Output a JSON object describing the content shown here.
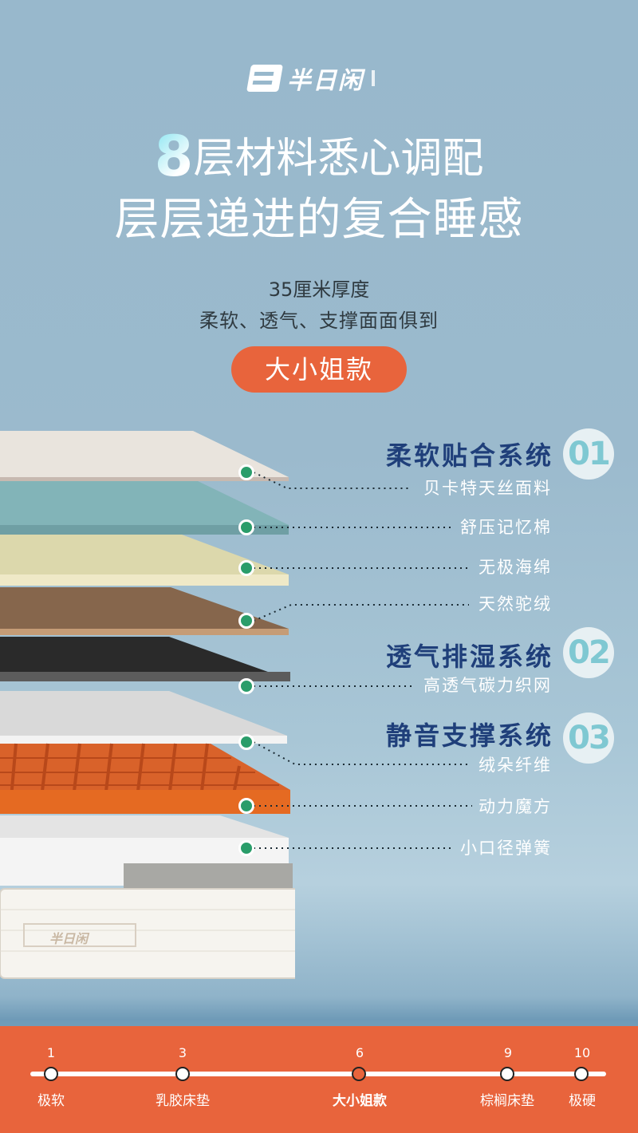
{
  "brand": {
    "name": "半日闲",
    "logo_icon": "brand-logo-icon"
  },
  "headline": {
    "number": "8",
    "line1_rest": "层材料悉心调配",
    "line2": "层层递进的复合睡感"
  },
  "subtitle": {
    "line1": "35厘米厚度",
    "line2": "柔软、透气、支撑面面俱到"
  },
  "model_badge": "大小姐款",
  "systems": [
    {
      "title": "柔软贴合系统",
      "number": "01"
    },
    {
      "title": "透气排湿系统",
      "number": "02"
    },
    {
      "title": "静音支撑系统",
      "number": "03"
    }
  ],
  "layers": [
    {
      "name": "贝卡特天丝面料",
      "color": "#e7e1da",
      "edge": "#c9bcb3"
    },
    {
      "name": "舒压记忆棉",
      "color": "#7fb3b8",
      "edge": "#6fa3a8"
    },
    {
      "name": "无极海绵",
      "color": "#e6e2b8",
      "edge": "#efe8c6"
    },
    {
      "name": "天然驼绒",
      "color": "#8a6a50",
      "edge": "#c49a72"
    },
    {
      "name": "高透气碳力织网",
      "color": "#2b2b2b",
      "edge": "#5a5a5a"
    },
    {
      "name": "绒朵纤维",
      "color": "#dcdcdc",
      "edge": "#f2f2f2"
    },
    {
      "name": "动力魔方",
      "color": "#e56a22",
      "edge": "#e56a22"
    },
    {
      "name": "小口径弹簧",
      "color": "#eeeeee",
      "edge": "#f7f7f7"
    }
  ],
  "colors": {
    "background": "#98b8cc",
    "accent": "#e8643c",
    "heading": "#1f3f7a",
    "dot": "#2a9d6a",
    "badge_text": "#7fc8d2"
  },
  "firmness_scale": {
    "points": [
      {
        "value": "1",
        "label": "极软",
        "active": false
      },
      {
        "value": "3",
        "label": "乳胶床垫",
        "active": false
      },
      {
        "value": "6",
        "label": "大小姐款",
        "active": true
      },
      {
        "value": "9",
        "label": "棕榈床垫",
        "active": false
      },
      {
        "value": "10",
        "label": "极硬",
        "active": false
      }
    ]
  }
}
